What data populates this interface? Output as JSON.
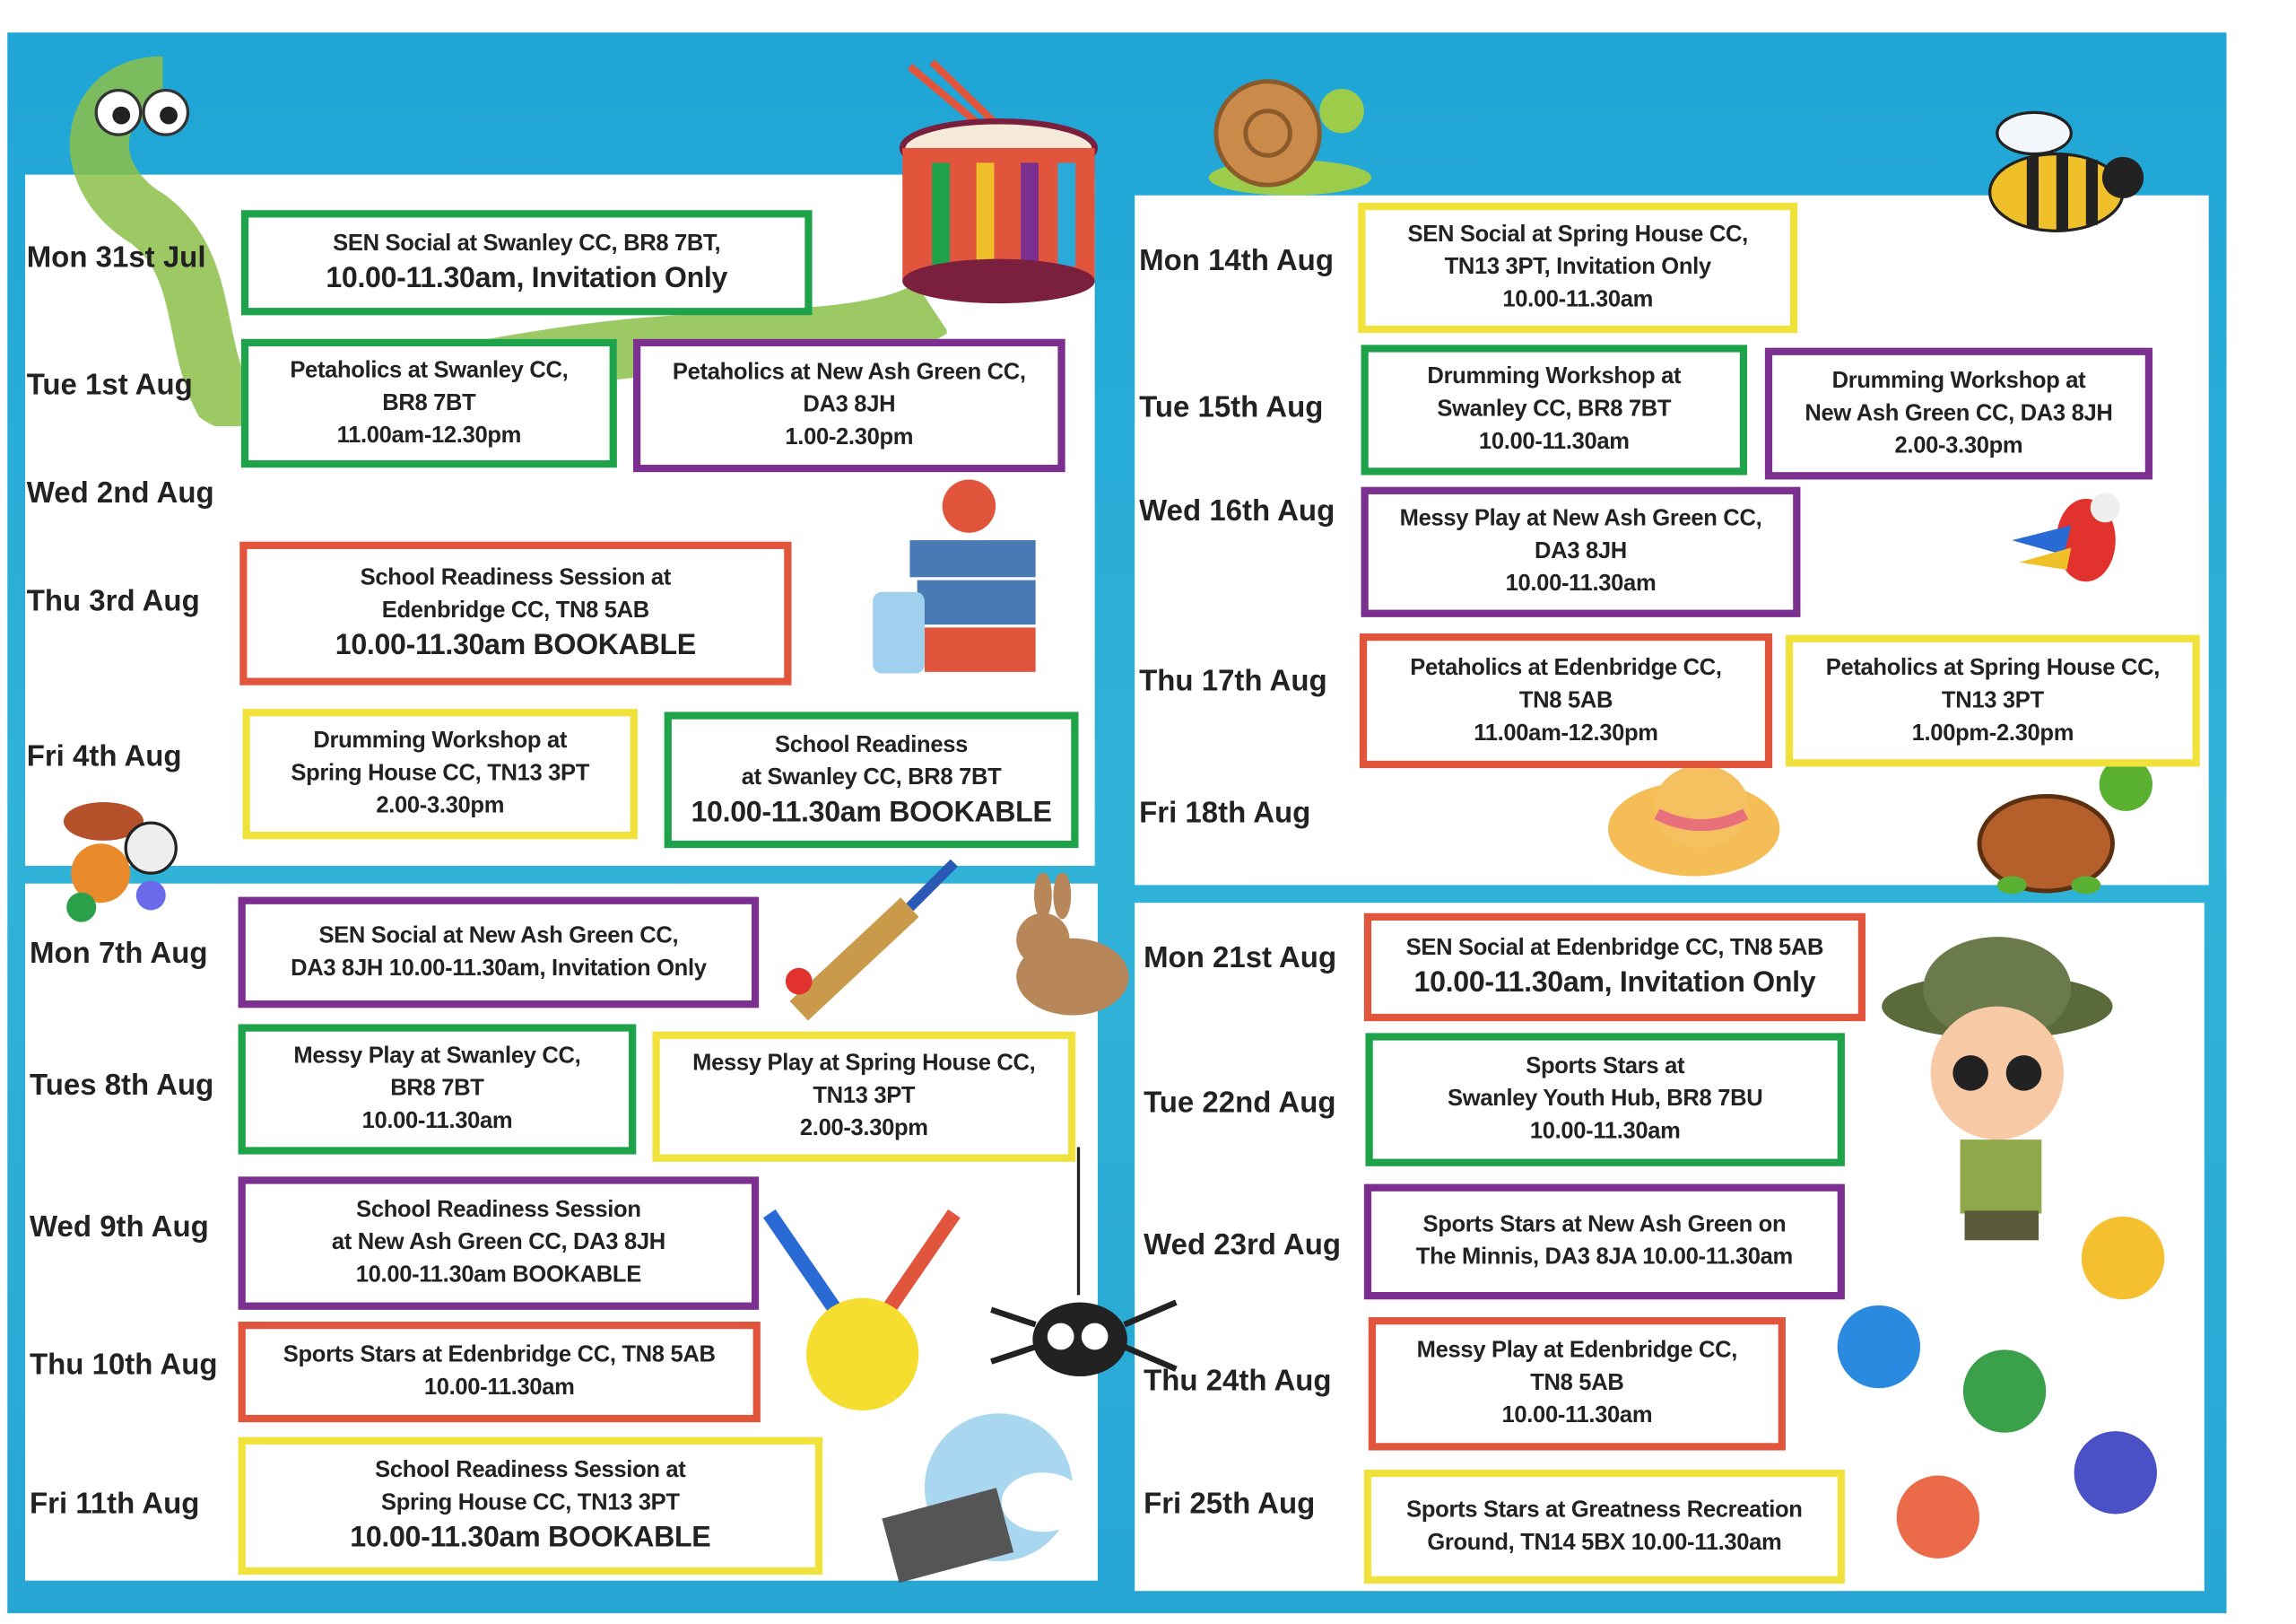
{
  "colors": {
    "green": "#1fa34a",
    "purple": "#7b2f8e",
    "red": "#e2553d",
    "yellow": "#f0e23a",
    "blue": "#2aaad8"
  },
  "panels": [
    {
      "days": [
        {
          "label": "Mon 31st Jul",
          "events": [
            {
              "color": "green",
              "lines": [
                "SEN Social at Swanley CC, BR8 7BT,",
                "10.00-11.30am, Invitation Only"
              ]
            }
          ]
        },
        {
          "label": "Tue 1st Aug",
          "events": [
            {
              "color": "green",
              "lines": [
                "Petaholics at Swanley CC,",
                "BR8 7BT",
                "11.00am-12.30pm"
              ]
            },
            {
              "color": "purple",
              "lines": [
                "Petaholics at New Ash Green CC,",
                "DA3 8JH",
                "1.00-2.30pm"
              ]
            }
          ]
        },
        {
          "label": "Wed 2nd Aug",
          "events": []
        },
        {
          "label": "Thu 3rd Aug",
          "events": [
            {
              "color": "red",
              "lines": [
                "School Readiness Session at",
                "Edenbridge CC, TN8 5AB",
                "10.00-11.30am BOOKABLE"
              ]
            }
          ]
        },
        {
          "label": "Fri 4th Aug",
          "events": [
            {
              "color": "yellow",
              "lines": [
                "Drumming Workshop at",
                "Spring House CC, TN13 3PT",
                "2.00-3.30pm"
              ]
            },
            {
              "color": "green",
              "lines": [
                "School Readiness",
                "at Swanley CC, BR8 7BT",
                "10.00-11.30am BOOKABLE"
              ]
            }
          ]
        }
      ]
    },
    {
      "days": [
        {
          "label": "Mon 14th Aug",
          "events": [
            {
              "color": "yellow",
              "lines": [
                "SEN Social at Spring House CC,",
                "TN13 3PT, Invitation Only",
                "10.00-11.30am"
              ]
            }
          ]
        },
        {
          "label": "Tue 15th Aug",
          "events": [
            {
              "color": "green",
              "lines": [
                "Drumming Workshop at",
                "Swanley CC, BR8 7BT",
                "10.00-11.30am"
              ]
            },
            {
              "color": "purple",
              "lines": [
                "Drumming Workshop at",
                "New Ash Green CC, DA3 8JH",
                "2.00-3.30pm"
              ]
            }
          ]
        },
        {
          "label": "Wed 16th Aug",
          "events": [
            {
              "color": "purple",
              "lines": [
                "Messy Play at New Ash Green CC,",
                "DA3 8JH",
                "10.00-11.30am"
              ]
            }
          ]
        },
        {
          "label": "Thu 17th Aug",
          "events": [
            {
              "color": "red",
              "lines": [
                "Petaholics at Edenbridge CC,",
                "TN8 5AB",
                "11.00am-12.30pm"
              ]
            },
            {
              "color": "yellow",
              "lines": [
                "Petaholics at Spring House CC,",
                "TN13 3PT",
                "1.00pm-2.30pm"
              ]
            }
          ]
        },
        {
          "label": "Fri 18th Aug",
          "events": []
        }
      ]
    },
    {
      "days": [
        {
          "label": "Mon 7th Aug",
          "events": [
            {
              "color": "purple",
              "lines": [
                "SEN Social at New Ash Green CC,",
                "DA3 8JH 10.00-11.30am, Invitation Only"
              ]
            }
          ]
        },
        {
          "label": "Tues 8th Aug",
          "events": [
            {
              "color": "green",
              "lines": [
                "Messy Play at Swanley CC,",
                "BR8 7BT",
                "10.00-11.30am"
              ]
            },
            {
              "color": "yellow",
              "lines": [
                "Messy Play at Spring House CC,",
                "TN13 3PT",
                "2.00-3.30pm"
              ]
            }
          ]
        },
        {
          "label": "Wed 9th Aug",
          "events": [
            {
              "color": "purple",
              "lines": [
                "School Readiness Session",
                "at New Ash Green CC, DA3 8JH",
                "10.00-11.30am BOOKABLE"
              ]
            }
          ]
        },
        {
          "label": "Thu 10th Aug",
          "events": [
            {
              "color": "red",
              "lines": [
                "Sports Stars at Edenbridge CC, TN8 5AB",
                "10.00-11.30am"
              ]
            }
          ]
        },
        {
          "label": "Fri 11th Aug",
          "events": [
            {
              "color": "yellow",
              "lines": [
                "School Readiness Session at",
                "Spring House CC, TN13 3PT",
                "10.00-11.30am BOOKABLE"
              ]
            }
          ]
        }
      ]
    },
    {
      "days": [
        {
          "label": "Mon 21st Aug",
          "events": [
            {
              "color": "red",
              "lines": [
                "SEN Social at Edenbridge CC, TN8 5AB",
                "10.00-11.30am, Invitation Only"
              ]
            }
          ]
        },
        {
          "label": "Tue 22nd Aug",
          "events": [
            {
              "color": "green",
              "lines": [
                "Sports Stars at",
                "Swanley Youth Hub, BR8 7BU",
                "10.00-11.30am"
              ]
            }
          ]
        },
        {
          "label": "Wed 23rd Aug",
          "events": [
            {
              "color": "purple",
              "lines": [
                "Sports Stars at New Ash Green on",
                "The Minnis, DA3 8JA  10.00-11.30am"
              ]
            }
          ]
        },
        {
          "label": "Thu 24th Aug",
          "events": [
            {
              "color": "red",
              "lines": [
                "Messy Play at Edenbridge CC,",
                "TN8 5AB",
                "10.00-11.30am"
              ]
            }
          ]
        },
        {
          "label": "Fri 25th Aug",
          "events": [
            {
              "color": "yellow",
              "lines": [
                "Sports Stars at  Greatness Recreation",
                "Ground, TN14 5BX  10.00-11.30am"
              ]
            }
          ]
        }
      ]
    }
  ]
}
